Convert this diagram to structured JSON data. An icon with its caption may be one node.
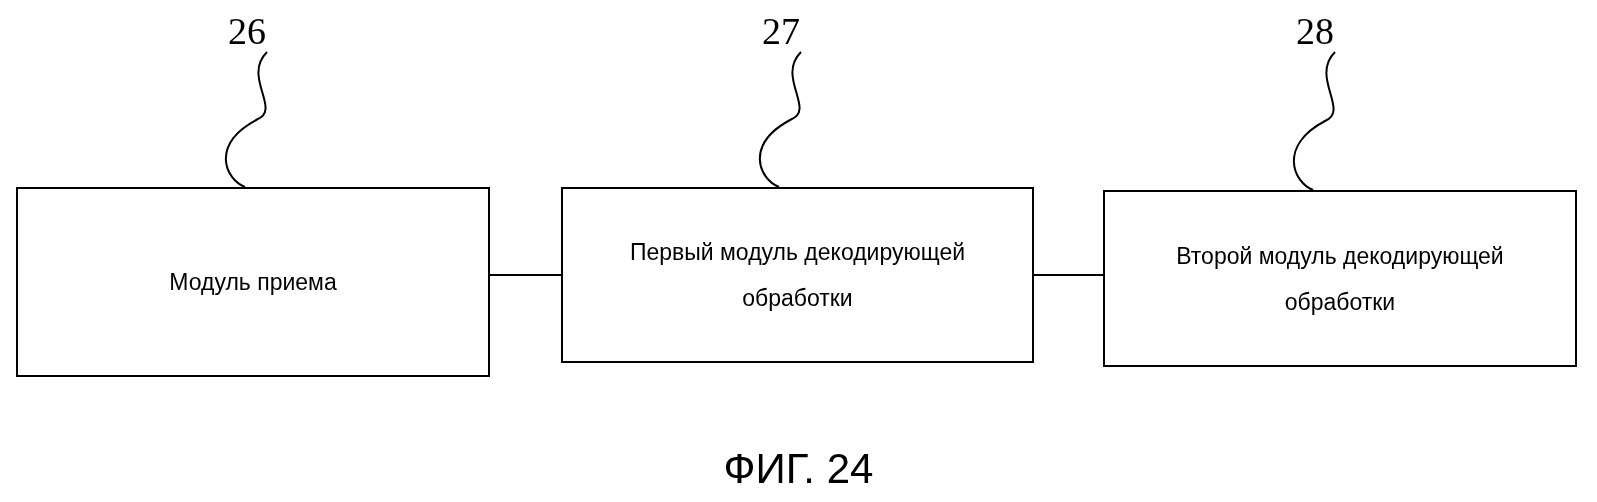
{
  "diagram": {
    "caption": "ФИГ. 24",
    "nodes": [
      {
        "text": [
          "26"
        ]
      },
      {
        "text": [
          "Модуль приема"
        ]
      },
      {
        "text": [
          "27"
        ]
      },
      {
        "text": [
          "Первый модуль декодирующей обработки"
        ]
      },
      {
        "text": [
          "28"
        ]
      },
      {
        "text": [
          "Второй модуль декодирующей обработки"
        ]
      }
    ],
    "edges": [
      {
        "from": 0,
        "to": 1,
        "arrow": "none"
      },
      {
        "from": 2,
        "to": 3,
        "arrow": "none"
      },
      {
        "from": 4,
        "to": 5,
        "arrow": "none"
      },
      {
        "from": 1,
        "to": 3,
        "arrow": "none"
      },
      {
        "from": 3,
        "to": 5,
        "arrow": "none"
      }
    ]
  }
}
